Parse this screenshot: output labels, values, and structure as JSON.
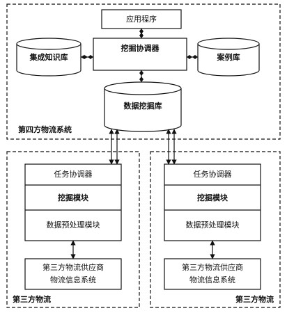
{
  "diagram": {
    "fourth_party": {
      "section_label": "第四方物流系统",
      "application": "应用程序",
      "mining_coordinator": "挖掘协调器",
      "knowledge_base": "集成知识库",
      "case_base": "案例库",
      "mining_base": "数据挖掘库"
    },
    "left_panel": {
      "section_label": "第三方物流",
      "task_coordinator": "任务协调器",
      "mining_module": "挖掘模块",
      "preprocess_module": "数据预处理模块",
      "supplier_line1": "第三方物流供应商",
      "supplier_line2": "物流信息系统"
    },
    "right_panel": {
      "section_label": "第三方物流",
      "task_coordinator": "任务协调器",
      "mining_module": "挖掘模块",
      "preprocess_module": "数据预处理模块",
      "supplier_line1": "第三方物流供应商",
      "supplier_line2": "物流信息系统"
    },
    "colors": {
      "line": "#111111",
      "background": "#ffffff"
    }
  }
}
